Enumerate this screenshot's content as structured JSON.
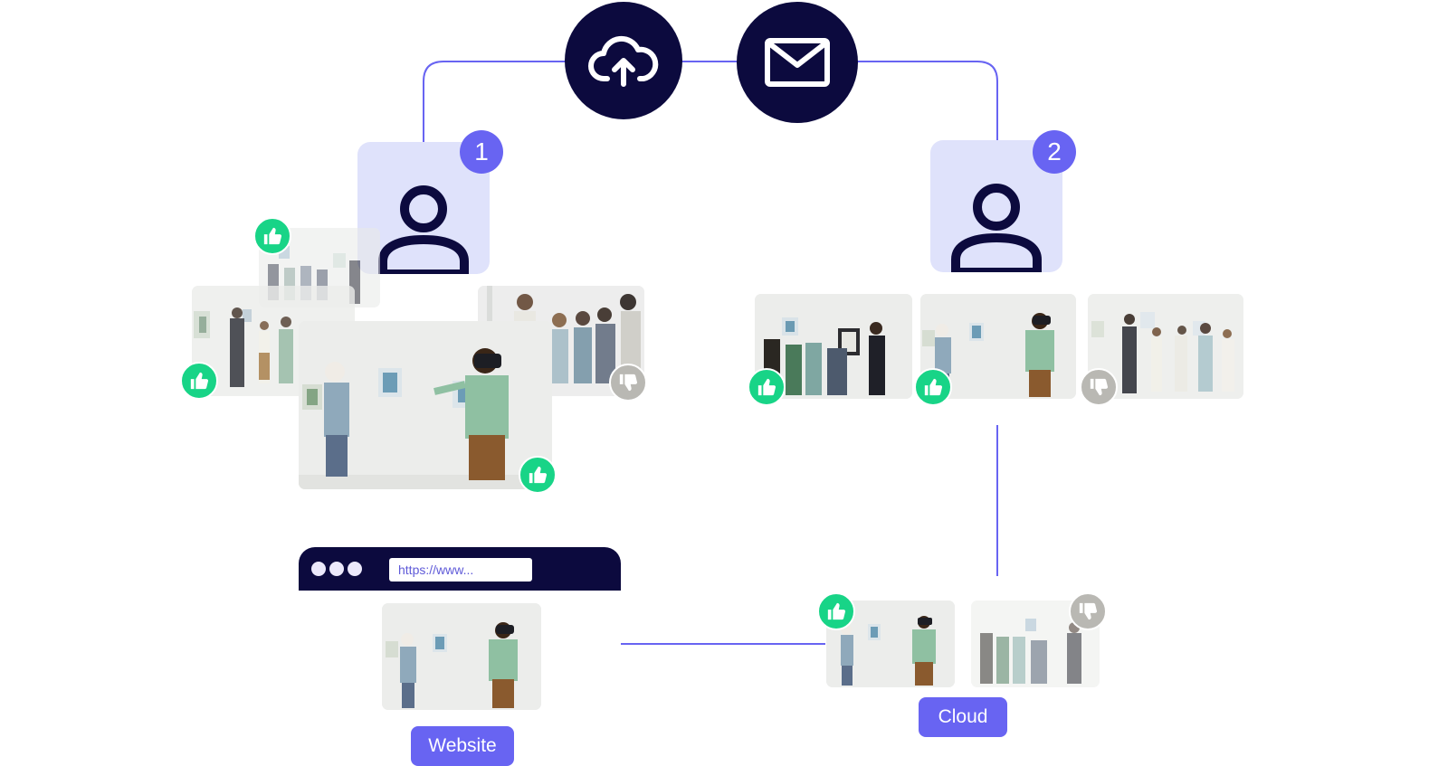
{
  "steps": {
    "step1": "1",
    "step2": "2"
  },
  "browser": {
    "url": "https://www..."
  },
  "labels": {
    "website": "Website",
    "cloud": "Cloud"
  },
  "icons": {
    "upload": "cloud-upload-icon",
    "mail": "mail-icon",
    "user": "user-icon",
    "like": "thumbs-up-icon",
    "dislike": "thumbs-down-icon"
  },
  "colors": {
    "navy": "#0c0a3e",
    "accent": "#6864f2",
    "card": "#dfe2fb",
    "like": "#18d487",
    "dislike": "#b9b8b3"
  }
}
